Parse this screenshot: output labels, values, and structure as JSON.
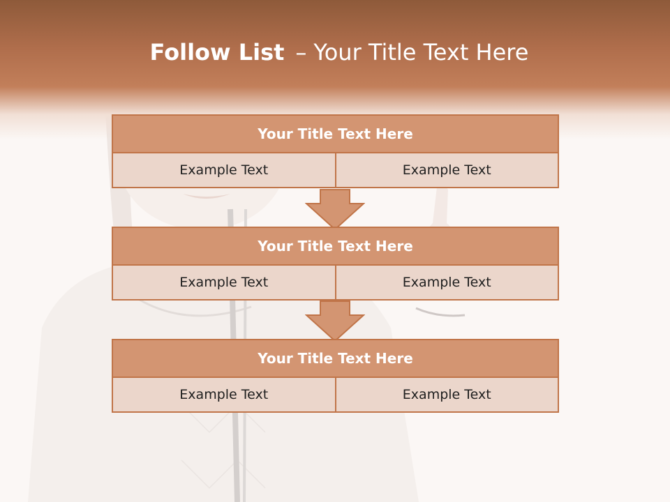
{
  "slide": {
    "title_bold": "Follow List",
    "title_separator": "–",
    "title_rest": "Your Title Text Here"
  },
  "blocks": [
    {
      "title": "Your Title Text Here",
      "cells": [
        "Example Text",
        "Example Text"
      ]
    },
    {
      "title": "Your Title Text Here",
      "cells": [
        "Example Text",
        "Example Text"
      ]
    },
    {
      "title": "Your Title Text Here",
      "cells": [
        "Example Text",
        "Example Text"
      ]
    }
  ],
  "colors": {
    "header_dark": "#8e5a3a",
    "header_accent": "#c27f5a",
    "block_title_fill": "#d39572",
    "block_cell_fill": "#ebd6cb",
    "block_border": "#c07448",
    "arrow_fill": "#d39572"
  }
}
